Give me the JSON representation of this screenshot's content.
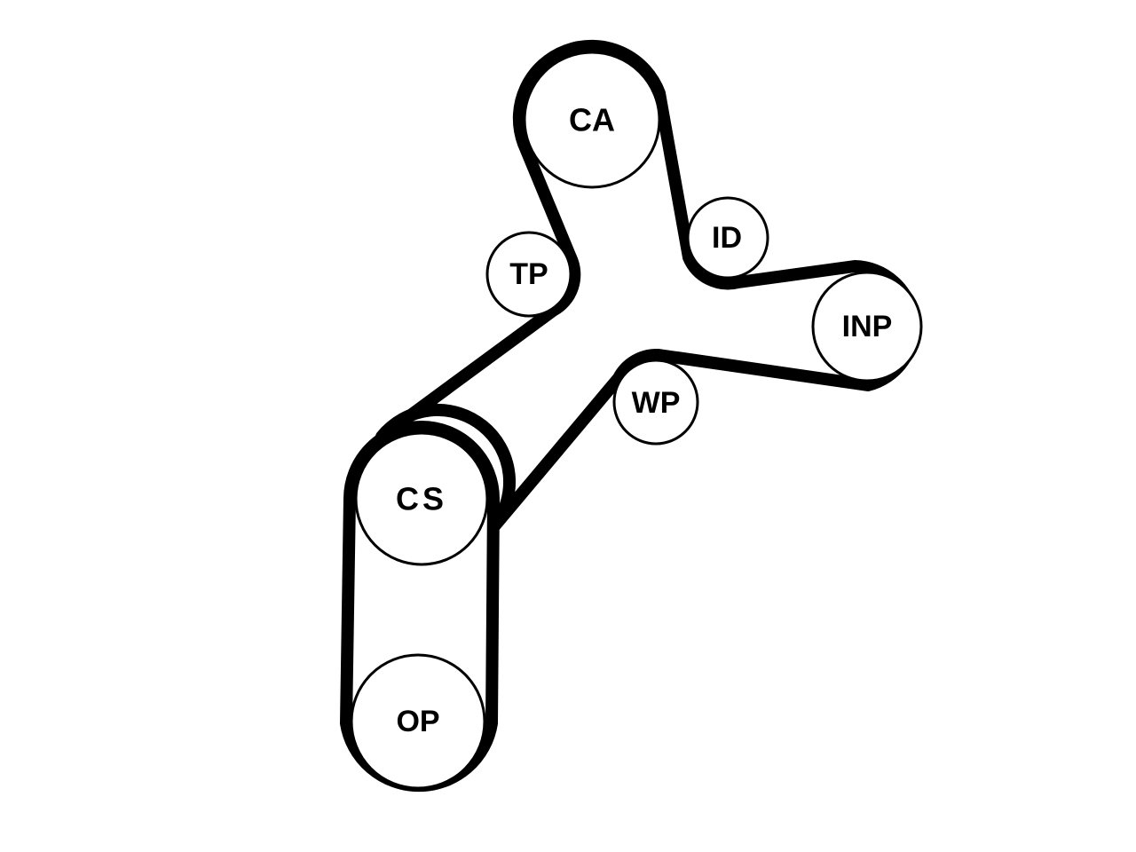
{
  "diagram": {
    "type": "belt-routing",
    "pulleys": [
      {
        "id": "ca",
        "label": "CA"
      },
      {
        "id": "id",
        "label": "ID"
      },
      {
        "id": "inp",
        "label": "INP"
      },
      {
        "id": "tp",
        "label": "TP"
      },
      {
        "id": "wp",
        "label": "WP"
      },
      {
        "id": "cs",
        "label": "CS"
      },
      {
        "id": "op",
        "label": "OP"
      }
    ]
  },
  "colors": {
    "belt": "#000000",
    "pulley_fill": "#ffffff",
    "pulley_stroke": "#000000",
    "background": "#ffffff"
  }
}
